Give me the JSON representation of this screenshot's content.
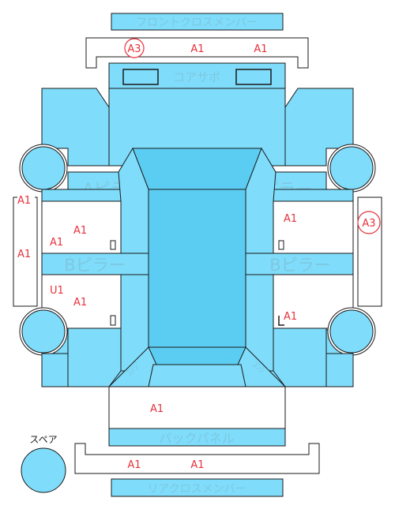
{
  "parts": {
    "front_cross_member": "フロントクロスメンバー",
    "core_support": "コアサポ",
    "a_pillar_left": "Aピラー",
    "a_pillar_right": "Aピラー",
    "b_pillar_left": "Bピラー",
    "b_pillar_right": "Bピラー",
    "back_panel": "バックパネル",
    "rear_cross_member": "リアクロスメンバー",
    "spare": "スペア",
    "quarter_left": "ｺﾝｼﾞ",
    "quarter_right": "ｺﾝｼﾞ"
  },
  "grades": {
    "front_member_left": "A3",
    "front_member_center": "A1",
    "front_member_right": "A1",
    "side_sill_left_upper": "A1",
    "side_sill_left_lower": "A1",
    "side_sill_right": "A3",
    "front_door_left_a": "A1",
    "front_door_left_b": "A1",
    "front_door_right": "A1",
    "rear_door_left_u": "U1",
    "rear_door_left_a": "A1",
    "rear_door_right": "A1",
    "trunk": "A1",
    "rear_member_left": "A1",
    "rear_member_right": "A1"
  },
  "colors": {
    "panel": "#7fdcfb",
    "panel_dark": "#5ccdf2",
    "outline": "#1a1a1a",
    "label": "#8fd3ea",
    "grade": "#e6323c"
  }
}
